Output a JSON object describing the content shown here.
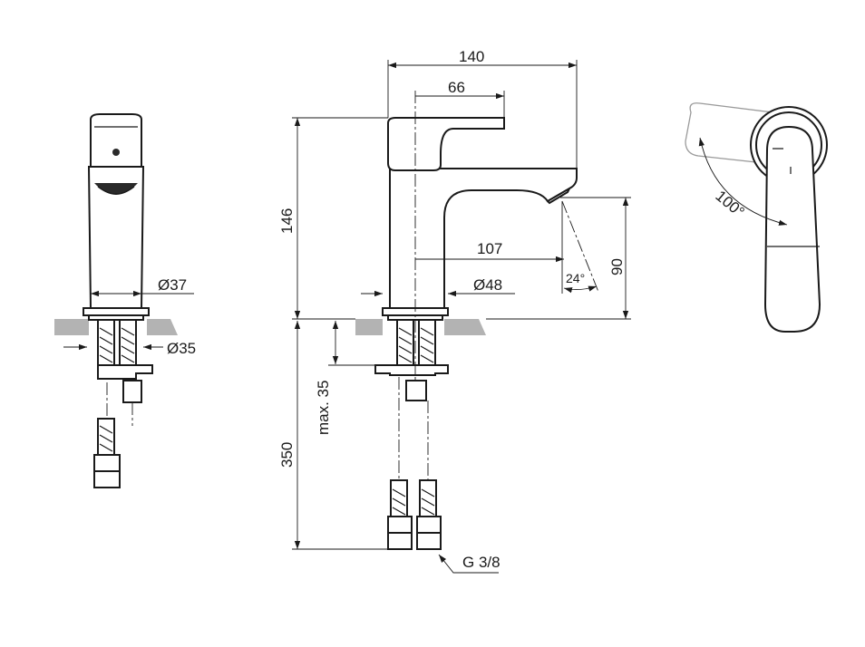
{
  "colors": {
    "line": "#1a1a1a",
    "countertop": "#b3b3b3",
    "ghost": "#9a9a9a"
  },
  "side_view": {
    "body_diameter": "Ø37",
    "thread_diameter": "Ø35"
  },
  "front_view": {
    "total_reach": "140",
    "lever_reach": "66",
    "height": "146",
    "spout_reach": "107",
    "spout_height": "90",
    "spout_angle": "24°",
    "base_diameter": "Ø48",
    "max_countertop": "max. 35",
    "hose_length": "350",
    "connection_thread": "G 3/8"
  },
  "top_view": {
    "lever_rotation": "100°"
  }
}
